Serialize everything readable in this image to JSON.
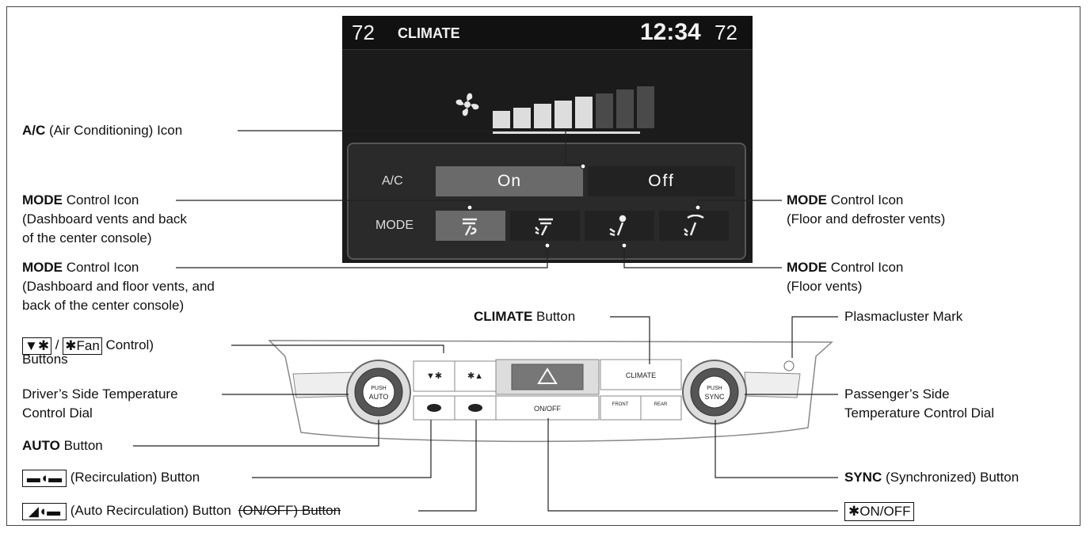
{
  "screen": {
    "temp_left": "72",
    "title": "CLIMATE",
    "clock": "12:34",
    "temp_right": "72",
    "fan_icon": "fan-icon",
    "fan_level": 5,
    "fan_max": 8,
    "ac_label": "A/C",
    "ac_on": "On",
    "ac_off": "Off",
    "mode_label": "MODE",
    "mode_icons": [
      "dashboard-vents-icon",
      "dashboard-floor-vents-icon",
      "floor-vents-icon",
      "floor-defroster-vents-icon"
    ]
  },
  "labels": {
    "ac_icon": {
      "bold": "A/C",
      "rest": " (Air Conditioning) Icon"
    },
    "mode_dash": {
      "bold": "MODE",
      "rest": " Control Icon",
      "line2": "(Dashboard vents and back",
      "line3": "of the center console)"
    },
    "mode_dash_floor": {
      "bold": "MODE",
      "rest": " Control Icon",
      "line2": "(Dashboard and floor vents, and",
      "line3": "back of the center console)"
    },
    "mode_floor_def": {
      "bold": "MODE",
      "rest": " Control Icon",
      "line2": "(Floor and defroster vents)"
    },
    "mode_floor": {
      "bold": "MODE",
      "rest": " Control Icon",
      "line2": "(Floor vents)"
    },
    "fan_buttons": {
      "key2": "Fan",
      "rest": " Control)",
      "line2": "Buttons"
    },
    "climate_button": {
      "bold": "CLIMATE",
      "rest": " Button"
    },
    "plasmacluster": "Plasmacluster Mark",
    "driver_dial": {
      "line1": "Driver’s Side Temperature",
      "line2": "Control Dial"
    },
    "passenger_dial": {
      "line1": "Passenger’s Side",
      "line2": "Temperature Control Dial"
    },
    "auto_button": {
      "bold": "AUTO",
      "rest": " Button"
    },
    "recirc_button": "(Recirculation) Button",
    "sync_button": {
      "bold": "SYNC",
      "rest": " (Synchronized) Button"
    },
    "auto_recirc_button": "(Auto Recirculation) Button",
    "strike_text": "(ON/OFF) Button",
    "onoff_key": "ON/OFF"
  },
  "console": {
    "climate": "CLIMATE",
    "onoff": "ON/OFF",
    "auto": "AUTO",
    "sync": "SYNC",
    "push": "PUSH",
    "front": "FRONT",
    "rear": "REAR"
  }
}
